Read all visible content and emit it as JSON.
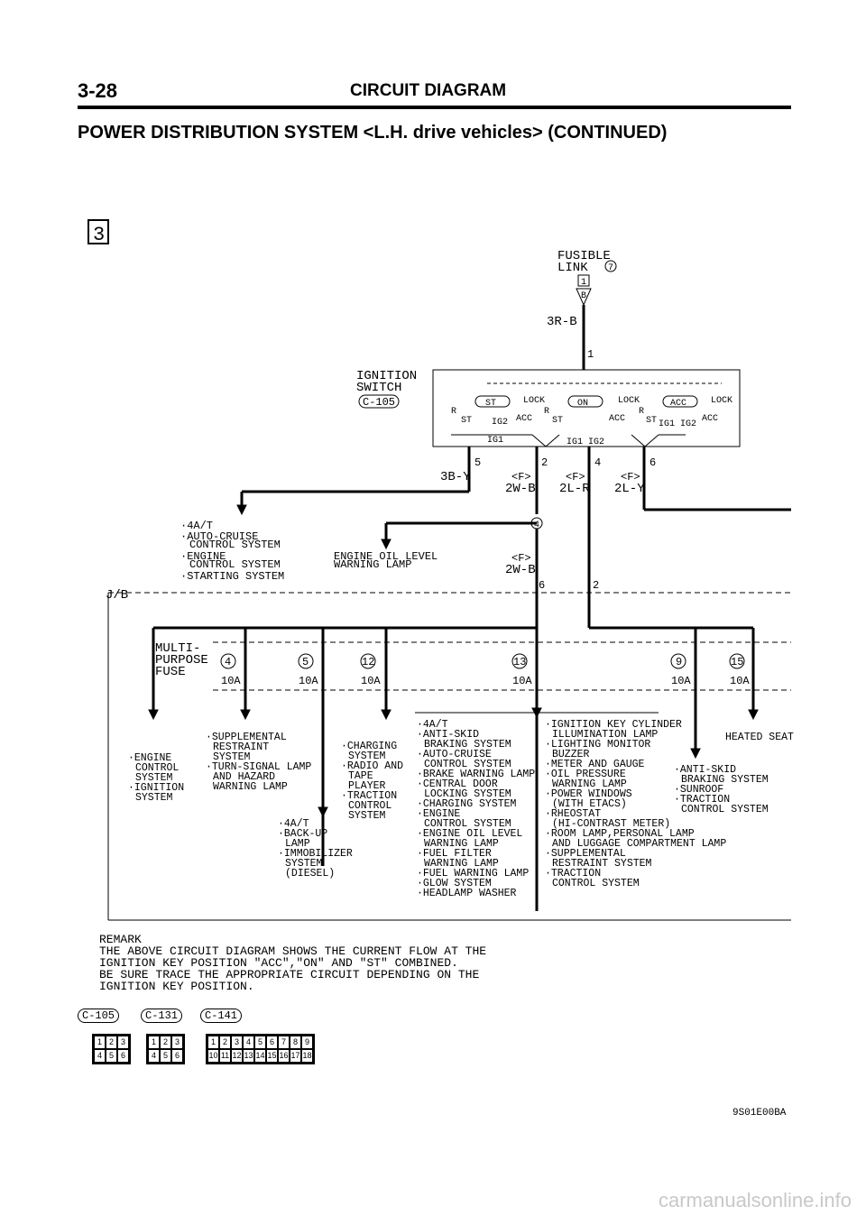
{
  "header": {
    "page": "3-28",
    "section": "CIRCUIT DIAGRAM",
    "subtitle": "POWER DISTRIBUTION SYSTEM <L.H. drive vehicles> (CONTINUED)"
  },
  "diagram_no": "3",
  "fusible": {
    "line1": "FUSIBLE",
    "line2": "LINK",
    "num": "7",
    "box": "1",
    "term": "B",
    "wire": "3R-B",
    "pin": "1"
  },
  "ign": {
    "line1": "IGNITION",
    "line2": "SWITCH",
    "conn": "C-105",
    "st": "ST",
    "on": "ON",
    "acc": "ACC",
    "lock": "LOCK",
    "r": "R",
    "ig1": "IG1",
    "ig2": "IG2",
    "ig1ig2": "IG1 IG2"
  },
  "outs": {
    "p5": "5",
    "w5": "3B-Y",
    "p2": "2",
    "w2": "2W-B",
    "p4": "4",
    "w4": "2L-R",
    "p6": "6",
    "w6": "2L-Y",
    "f": "<F>"
  },
  "jb": {
    "label": "J/B",
    "conn4": "4",
    "f": "<F>",
    "w": "2W-B",
    "pin6": "6",
    "pin2": "2",
    "multi1": "MULTI-",
    "multi2": "PURPOSE",
    "multi3": "FUSE"
  },
  "fuses": [
    {
      "no": "4",
      "amp": "10A"
    },
    {
      "no": "5",
      "amp": "10A"
    },
    {
      "no": "12",
      "amp": "10A"
    },
    {
      "no": "13",
      "amp": "10A"
    },
    {
      "no": "9",
      "amp": "10A"
    },
    {
      "no": "15",
      "amp": "10A"
    }
  ],
  "top_loads": {
    "a": [
      "·4A/T",
      "·AUTO-CRUISE",
      "CONTROL SYSTEM",
      "·ENGINE",
      "CONTROL SYSTEM",
      "·STARTING SYSTEM"
    ],
    "b": [
      "ENGINE OIL LEVEL",
      "WARNING LAMP"
    ]
  },
  "loads": {
    "c1": [
      "·ENGINE",
      "CONTROL",
      "SYSTEM",
      "·IGNITION",
      "SYSTEM"
    ],
    "c2": [
      "·SUPPLEMENTAL",
      "RESTRAINT",
      "SYSTEM",
      "·TURN-SIGNAL LAMP",
      "AND HAZARD",
      "WARNING LAMP"
    ],
    "c3": [
      "·4A/T",
      "·BACK-UP",
      "LAMP",
      "·IMMOBILIZER",
      "SYSTEM",
      "(DIESEL)"
    ],
    "c4": [
      "·CHARGING",
      "SYSTEM",
      "·RADIO AND",
      "TAPE",
      "PLAYER",
      "·TRACTION",
      "CONTROL",
      "SYSTEM"
    ],
    "c5": [
      "·4A/T",
      "·ANTI-SKID",
      "BRAKING SYSTEM",
      "·AUTO-CRUISE",
      "CONTROL SYSTEM",
      "·BRAKE WARNING LAMP",
      "·CENTRAL DOOR",
      "LOCKING SYSTEM",
      "·CHARGING SYSTEM",
      "·ENGINE",
      "CONTROL SYSTEM",
      "·ENGINE OIL LEVEL",
      "WARNING LAMP",
      "·FUEL FILTER",
      "WARNING LAMP",
      "·FUEL WARNING LAMP",
      "·GLOW SYSTEM",
      "·HEADLAMP WASHER"
    ],
    "c6": [
      "·IGNITION KEY CYLINDER",
      "ILLUMINATION LAMP",
      "·LIGHTING MONITOR",
      "BUZZER",
      "·METER AND GAUGE",
      "·OIL PRESSURE",
      "WARNING LAMP",
      "·POWER WINDOWS",
      "(WITH ETACS)",
      "·RHEOSTAT",
      "(HI-CONTRAST METER)",
      "·ROOM LAMP,PERSONAL LAMP",
      "AND LUGGAGE COMPARTMENT LAMP",
      "·SUPPLEMENTAL",
      "RESTRAINT SYSTEM",
      "·TRACTION",
      "CONTROL SYSTEM"
    ],
    "c7": [
      "·ANTI-SKID",
      "BRAKING SYSTEM",
      "·SUNROOF",
      "·TRACTION",
      "CONTROL SYSTEM"
    ],
    "c8": [
      "HEATED SEAT"
    ]
  },
  "remark": [
    "REMARK",
    "THE ABOVE CIRCUIT DIAGRAM SHOWS THE CURRENT FLOW AT THE",
    "IGNITION KEY POSITION \"ACC\",\"ON\" AND \"ST\" COMBINED.",
    "BE SURE TRACE THE APPROPRIATE CIRCUIT DEPENDING ON THE",
    "IGNITION KEY POSITION."
  ],
  "connectors": {
    "a": "C-105",
    "b": "C-131",
    "c": "C-141",
    "a_pins": [
      "1",
      "2",
      "3",
      "4",
      "5",
      "6"
    ],
    "b_pins": [
      "1",
      "2",
      "3",
      "4",
      "5",
      "6"
    ],
    "c_pins": [
      "1",
      "2",
      "3",
      "4",
      "5",
      "6",
      "7",
      "8",
      "9",
      "10",
      "11",
      "12",
      "13",
      "14",
      "15",
      "16",
      "17",
      "18"
    ]
  },
  "doc_id": "9S01E00BA",
  "watermark": "carmanualsonline.info"
}
